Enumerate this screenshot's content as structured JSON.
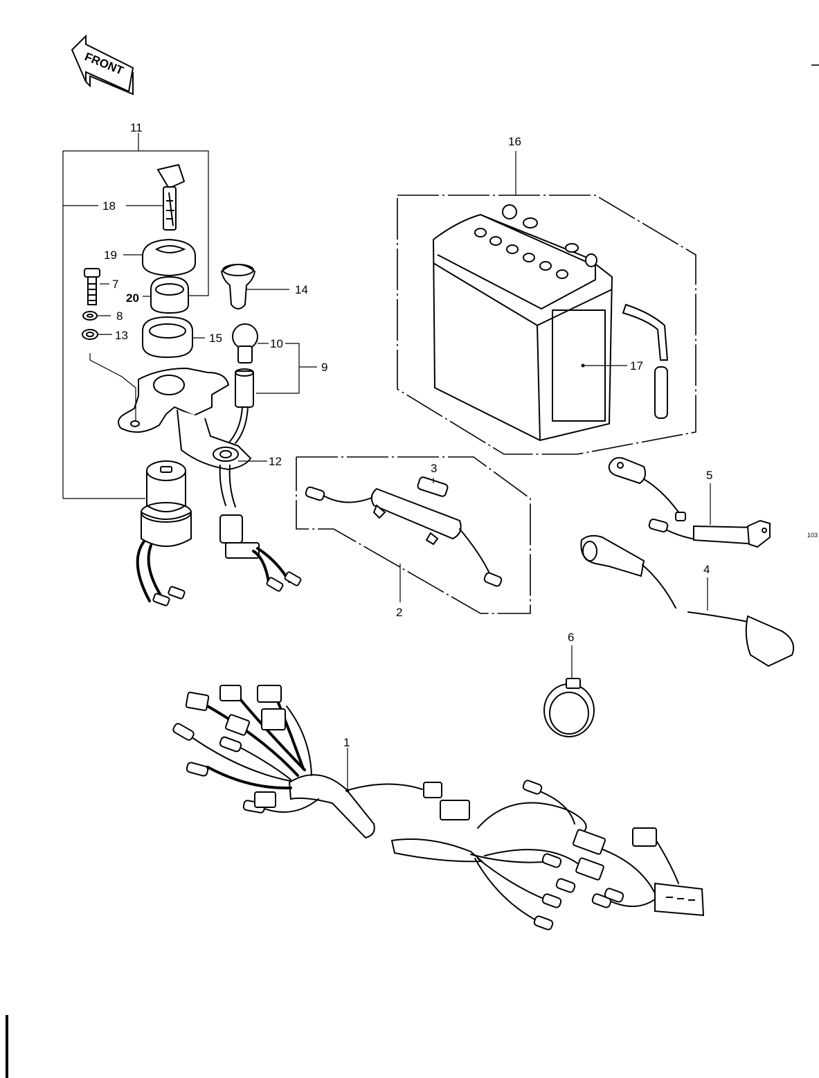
{
  "front_arrow": {
    "label": "FRONT"
  },
  "side_note": "103",
  "callouts": [
    {
      "id": "c1",
      "text": "1"
    },
    {
      "id": "c2",
      "text": "2"
    },
    {
      "id": "c3",
      "text": "3"
    },
    {
      "id": "c4",
      "text": "4"
    },
    {
      "id": "c5",
      "text": "5"
    },
    {
      "id": "c6",
      "text": "6"
    },
    {
      "id": "c7",
      "text": "7"
    },
    {
      "id": "c8",
      "text": "8"
    },
    {
      "id": "c9",
      "text": "9"
    },
    {
      "id": "c10",
      "text": "10"
    },
    {
      "id": "c11",
      "text": "11"
    },
    {
      "id": "c12",
      "text": "12"
    },
    {
      "id": "c13",
      "text": "13"
    },
    {
      "id": "c14",
      "text": "14"
    },
    {
      "id": "c15",
      "text": "15"
    },
    {
      "id": "c16",
      "text": "16"
    },
    {
      "id": "c17",
      "text": "17"
    },
    {
      "id": "c18",
      "text": "18"
    },
    {
      "id": "c19",
      "text": "19"
    },
    {
      "id": "c20",
      "text": "20"
    }
  ]
}
